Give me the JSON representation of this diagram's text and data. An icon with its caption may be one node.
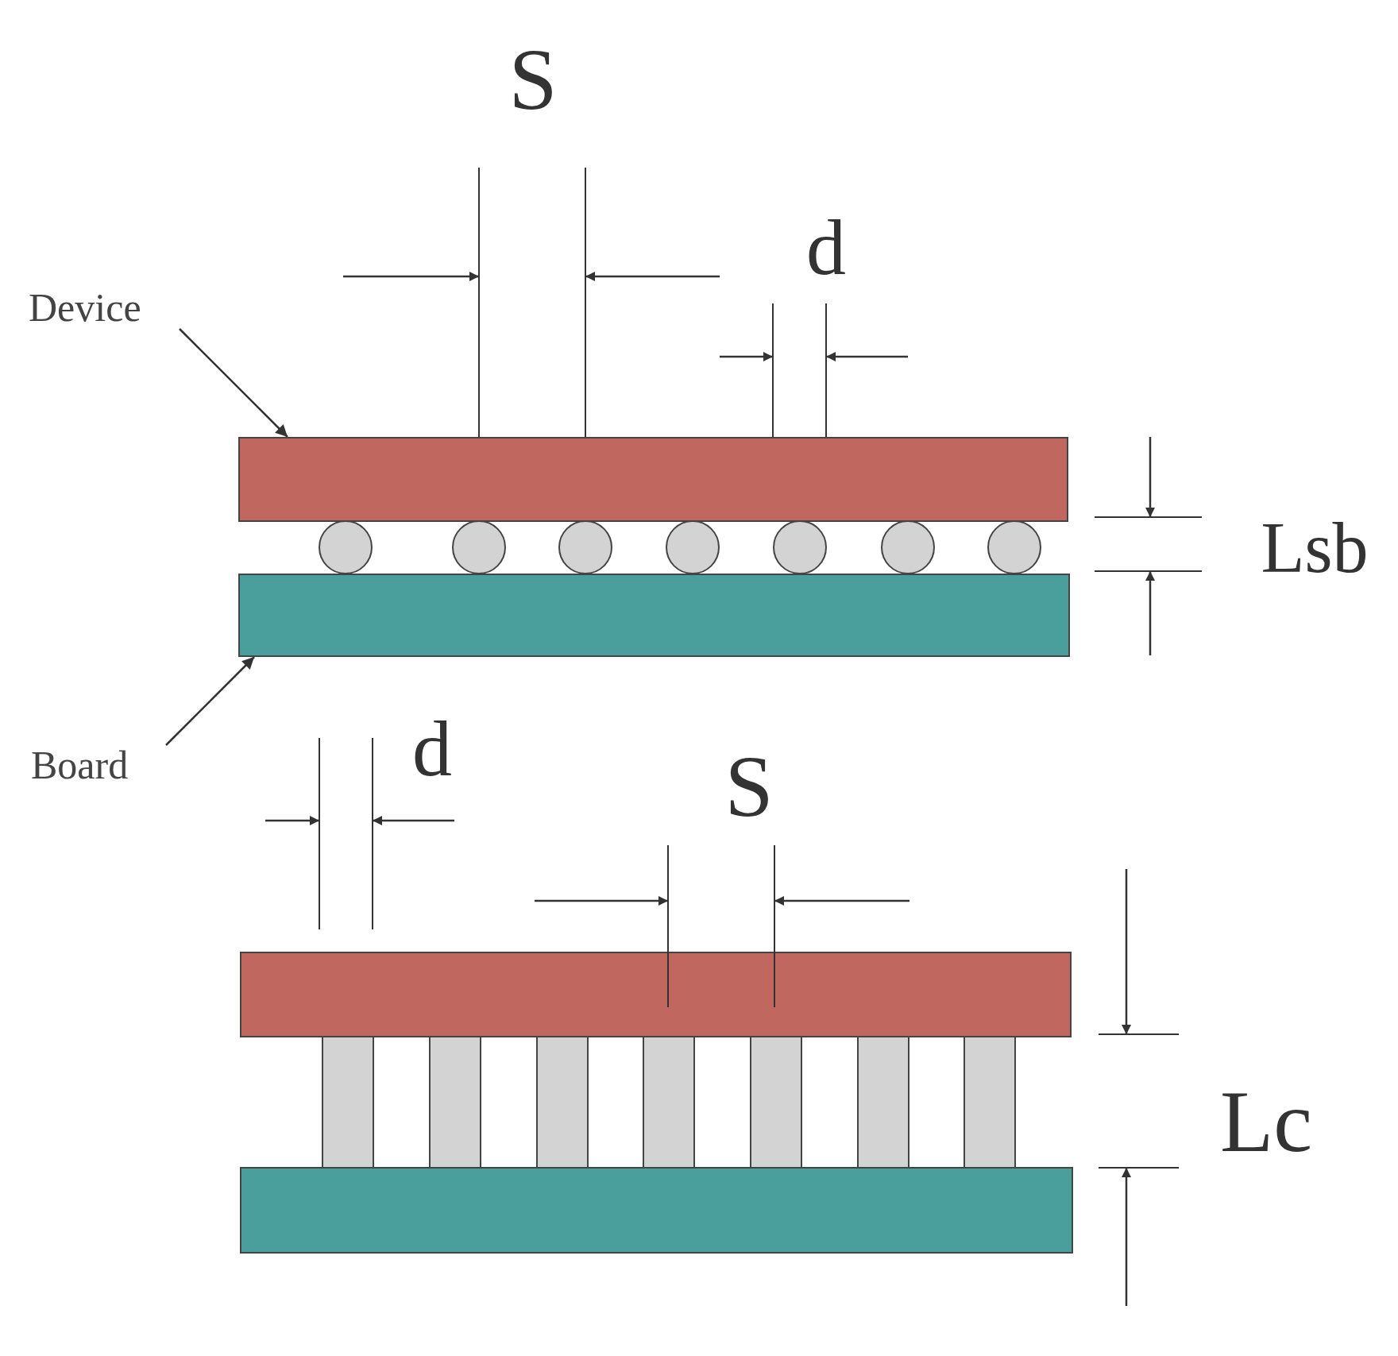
{
  "diagram": {
    "nodes": [
      {
        "text": [
          "Device"
        ]
      },
      {
        "text": [],
        "shape": "bar"
      },
      {
        "text": [],
        "shape": "bar"
      },
      {
        "text": [
          "Board"
        ]
      }
    ],
    "edges": [
      {
        "from": 0,
        "to": 1,
        "arrow": "to"
      },
      {
        "from": 3,
        "to": 2,
        "arrow": "to"
      }
    ],
    "labels": [
      "S",
      "d",
      "Lsb",
      "d",
      "S",
      "Lc"
    ]
  }
}
